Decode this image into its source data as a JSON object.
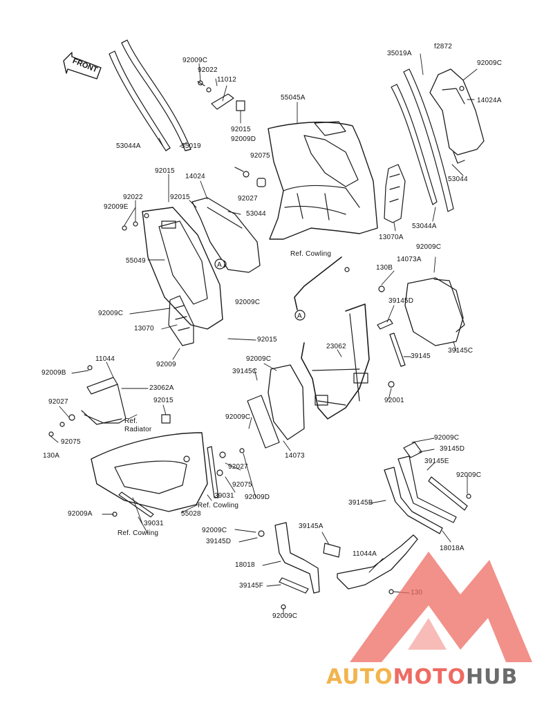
{
  "figure_code": "f2872",
  "front_label": "FRONT",
  "labels": [
    {
      "id": "92009C-a",
      "text": "92009C"
    },
    {
      "id": "92022-a",
      "text": "92022"
    },
    {
      "id": "11012",
      "text": "11012"
    },
    {
      "id": "92015-a",
      "text": "92015"
    },
    {
      "id": "92009D-a",
      "text": "92009D"
    },
    {
      "id": "92075-a",
      "text": "92075"
    },
    {
      "id": "92027-a",
      "text": "92027"
    },
    {
      "id": "53044A-a",
      "text": "53044A"
    },
    {
      "id": "35019",
      "text": "35019"
    },
    {
      "id": "55045A",
      "text": "55045A"
    },
    {
      "id": "35019A",
      "text": "35019A"
    },
    {
      "id": "92009C-b",
      "text": "92009C"
    },
    {
      "id": "14024A",
      "text": "14024A"
    },
    {
      "id": "53044-a",
      "text": "53044"
    },
    {
      "id": "53044A-b",
      "text": "53044A"
    },
    {
      "id": "13070A",
      "text": "13070A"
    },
    {
      "id": "92015-b",
      "text": "92015"
    },
    {
      "id": "14024",
      "text": "14024"
    },
    {
      "id": "92022-b",
      "text": "92022"
    },
    {
      "id": "92015-c",
      "text": "92015"
    },
    {
      "id": "92009E",
      "text": "92009E"
    },
    {
      "id": "53044-b",
      "text": "53044"
    },
    {
      "id": "55049",
      "text": "55049"
    },
    {
      "id": "92009C-c",
      "text": "92009C"
    },
    {
      "id": "ref-cowling-a",
      "text": "Ref. Cowling"
    },
    {
      "id": "130B",
      "text": "130B"
    },
    {
      "id": "92009C-d",
      "text": "92009C"
    },
    {
      "id": "14073A",
      "text": "14073A"
    },
    {
      "id": "39145D-a",
      "text": "39145D"
    },
    {
      "id": "92009C-e",
      "text": "92009C"
    },
    {
      "id": "13070",
      "text": "13070"
    },
    {
      "id": "92015-d",
      "text": "92015"
    },
    {
      "id": "39145C-a",
      "text": "39145C"
    },
    {
      "id": "39145",
      "text": "39145"
    },
    {
      "id": "23062",
      "text": "23062"
    },
    {
      "id": "92009-a",
      "text": "92009"
    },
    {
      "id": "11044",
      "text": "11044"
    },
    {
      "id": "92009C-f",
      "text": "92009C"
    },
    {
      "id": "92009B",
      "text": "92009B"
    },
    {
      "id": "39145C-b",
      "text": "39145C"
    },
    {
      "id": "23062A",
      "text": "23062A"
    },
    {
      "id": "92015-e",
      "text": "92015"
    },
    {
      "id": "92001",
      "text": "92001"
    },
    {
      "id": "92027-b",
      "text": "92027"
    },
    {
      "id": "ref-radiator",
      "text": "Ref.\nRadiator"
    },
    {
      "id": "92075-b",
      "text": "92075"
    },
    {
      "id": "92009C-g",
      "text": "92009C"
    },
    {
      "id": "130A",
      "text": "130A"
    },
    {
      "id": "14073",
      "text": "14073"
    },
    {
      "id": "92009C-h",
      "text": "92009C"
    },
    {
      "id": "39145D-b",
      "text": "39145D"
    },
    {
      "id": "39145E",
      "text": "39145E"
    },
    {
      "id": "92027-c",
      "text": "92027"
    },
    {
      "id": "92075-c",
      "text": "92075"
    },
    {
      "id": "92009C-i",
      "text": "92009C"
    },
    {
      "id": "39031-a",
      "text": "39031"
    },
    {
      "id": "92009D-b",
      "text": "92009D"
    },
    {
      "id": "ref-cowling-b",
      "text": "Ref. Cowling"
    },
    {
      "id": "39145B",
      "text": "39145B"
    },
    {
      "id": "92009A",
      "text": "92009A"
    },
    {
      "id": "55028",
      "text": "55028"
    },
    {
      "id": "39031-b",
      "text": "39031"
    },
    {
      "id": "ref-cowling-c",
      "text": "Ref. Cowling"
    },
    {
      "id": "18018A",
      "text": "18018A"
    },
    {
      "id": "92009C-j",
      "text": "92009C"
    },
    {
      "id": "39145A",
      "text": "39145A"
    },
    {
      "id": "39145D-c",
      "text": "39145D"
    },
    {
      "id": "11044A",
      "text": "11044A"
    },
    {
      "id": "18018",
      "text": "18018"
    },
    {
      "id": "130",
      "text": "130"
    },
    {
      "id": "39145F",
      "text": "39145F"
    },
    {
      "id": "92009C-k",
      "text": "92009C"
    }
  ],
  "markers": [
    {
      "id": "marker-a1",
      "text": "A"
    },
    {
      "id": "marker-a2",
      "text": "A"
    }
  ],
  "watermark": {
    "part1": "AUTO",
    "part2": "MOTO",
    "part3": "HUB",
    "color_auto": "#f2b44d",
    "color_moto": "#ee6b63",
    "color_hub": "#6b6b6b"
  }
}
